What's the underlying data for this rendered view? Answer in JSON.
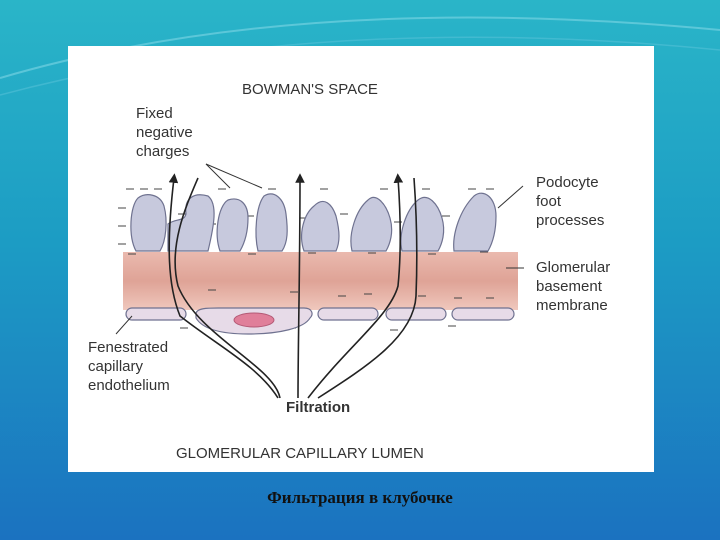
{
  "diagram": {
    "title_top": "BOWMAN'S SPACE",
    "title_bottom": "GLOMERULAR CAPILLARY LUMEN",
    "labels": {
      "fixed_charges": "Fixed\nnegative\ncharges",
      "podocyte": "Podocyte\nfoot\nprocesses",
      "gbm": "Glomerular\nbasement\nmembrane",
      "endothelium": "Fenestrated\ncapillary\nendothelium",
      "filtration": "Filtration"
    },
    "colors": {
      "membrane": "#e8b2a6",
      "cell": "#c7c9dd",
      "nucleus": "#e07f9a",
      "text": "#333333"
    }
  },
  "caption": "Фильтрация в клубочке"
}
